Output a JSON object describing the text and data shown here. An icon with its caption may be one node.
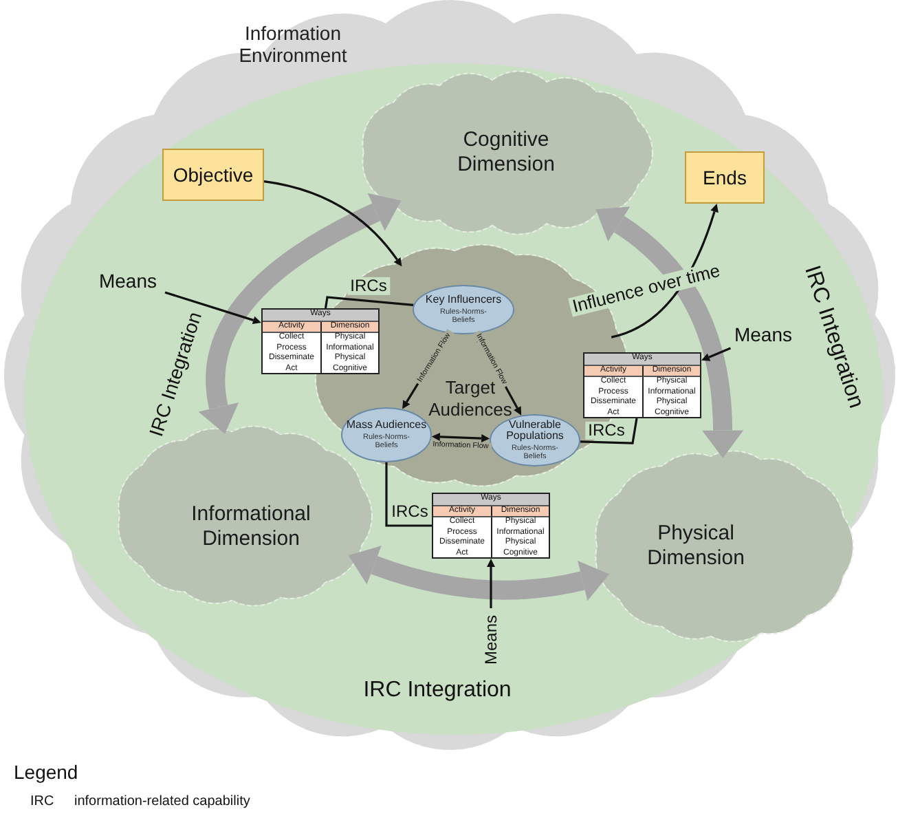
{
  "diagram": {
    "nodes": [
      {
        "text": [
          "Information Environment"
        ]
      },
      {
        "text": [
          "Cognitive Dimension"
        ],
        "in": 0
      },
      {
        "text": [
          "Informational Dimension"
        ],
        "in": 0
      },
      {
        "text": [
          "Physical Dimension"
        ],
        "in": 0
      },
      {
        "text": [
          "Objective"
        ],
        "in": 0
      },
      {
        "text": [
          "Ends"
        ],
        "in": 0
      },
      {
        "text": [
          "Target Audiences"
        ],
        "in": 0
      },
      {
        "text": [
          "Key Influencers",
          "Rules-Norms-Beliefs"
        ],
        "in": 6
      },
      {
        "text": [
          "Mass Audiences",
          "Rules-Norms-Beliefs"
        ],
        "in": 6
      },
      {
        "text": [
          "Vulnerable Populations",
          "Rules-Norms-Beliefs"
        ],
        "in": 6
      },
      {
        "text": [
          "Ways",
          "Activity",
          "Dimension",
          "Collect",
          "Physical",
          "Process",
          "Informational",
          "Disseminate",
          "Physical",
          "Act",
          "Cognitive"
        ],
        "in": 0
      },
      {
        "text": [
          "Ways",
          "Activity",
          "Dimension",
          "Collect",
          "Physical",
          "Process",
          "Informational",
          "Disseminate",
          "Physical",
          "Act",
          "Cognitive"
        ],
        "in": 0
      },
      {
        "text": [
          "Ways",
          "Activity",
          "Dimension",
          "Collect",
          "Physical",
          "Process",
          "Informational",
          "Disseminate",
          "Physical",
          "Act",
          "Cognitive"
        ],
        "in": 0
      },
      {
        "text": [
          "Means"
        ],
        "in": 0
      },
      {
        "text": [
          "Means"
        ],
        "in": 0
      },
      {
        "text": [
          "Means"
        ],
        "in": 0
      }
    ],
    "edges": [
      {
        "from": 4,
        "to": 6,
        "arrow": "to"
      },
      {
        "from": 6,
        "to": 5,
        "arrow": "to",
        "label": "Influence over time"
      },
      {
        "from": 13,
        "to": 10,
        "arrow": "to"
      },
      {
        "from": 14,
        "to": 11,
        "arrow": "to"
      },
      {
        "from": 15,
        "to": 12,
        "arrow": "to"
      },
      {
        "from": 10,
        "to": 7,
        "arrow": "none",
        "label": "IRCs"
      },
      {
        "from": 11,
        "to": 9,
        "arrow": "none",
        "label": "IRCs"
      },
      {
        "from": 12,
        "to": 8,
        "arrow": "none",
        "label": "IRCs"
      },
      {
        "from": 7,
        "to": 8,
        "arrow": "both",
        "label": "Information Flow"
      },
      {
        "from": 7,
        "to": 9,
        "arrow": "both",
        "label": "Information Flow"
      },
      {
        "from": 8,
        "to": 9,
        "arrow": "both",
        "label": "Information Flow"
      },
      {
        "from": 1,
        "to": 2,
        "arrow": "both",
        "label": "IRC Integration",
        "style": "thick",
        "color": "#a6a6a6"
      },
      {
        "from": 2,
        "to": 3,
        "arrow": "both",
        "label": "IRC Integration",
        "style": "thick",
        "color": "#a6a6a6"
      },
      {
        "from": 3,
        "to": 1,
        "arrow": "both",
        "label": "IRC Integration",
        "style": "thick",
        "color": "#a6a6a6"
      }
    ],
    "labels": [
      "Legend",
      "IRC",
      "information-related capability"
    ]
  }
}
